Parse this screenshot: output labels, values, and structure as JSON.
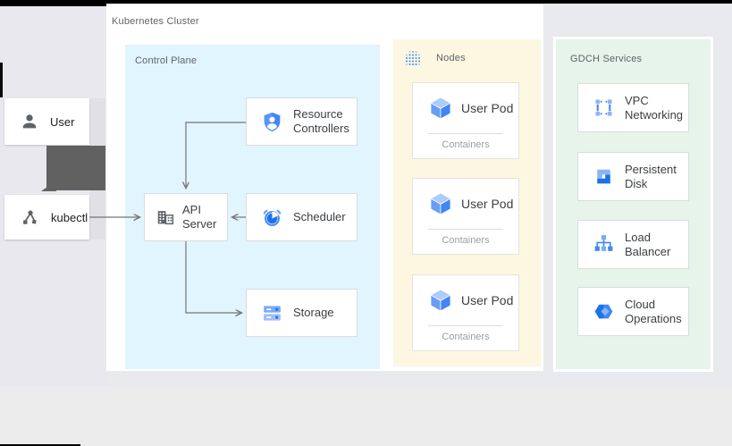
{
  "cluster": {
    "label": "Kubernetes Cluster"
  },
  "actors": {
    "user": {
      "label": "User"
    },
    "kubectl": {
      "label": "kubectl"
    }
  },
  "control_plane": {
    "label": "Control Plane",
    "components": {
      "resource_controllers": {
        "label": "Resource Controllers"
      },
      "api_server": {
        "label": "API Server"
      },
      "scheduler": {
        "label": "Scheduler"
      },
      "storage": {
        "label": "Storage"
      }
    }
  },
  "nodes": {
    "label": "Nodes",
    "pods": [
      {
        "label": "User Pod",
        "sublabel": "Containers"
      },
      {
        "label": "User Pod",
        "sublabel": "Containers"
      },
      {
        "label": "User Pod",
        "sublabel": "Containers"
      }
    ]
  },
  "gdch": {
    "label": "GDCH Services",
    "services": [
      {
        "label": "VPC Networking"
      },
      {
        "label": "Persistent Disk"
      },
      {
        "label": "Load Balancer"
      },
      {
        "label": "Cloud Operations"
      }
    ]
  },
  "colors": {
    "control_plane_bg": "#e1f5fe",
    "nodes_bg": "#fdf7e2",
    "gdch_bg": "#e6f4ea",
    "arrow": "#757575",
    "accent_blue": "#4285f4",
    "dark_gray": "#616161"
  }
}
